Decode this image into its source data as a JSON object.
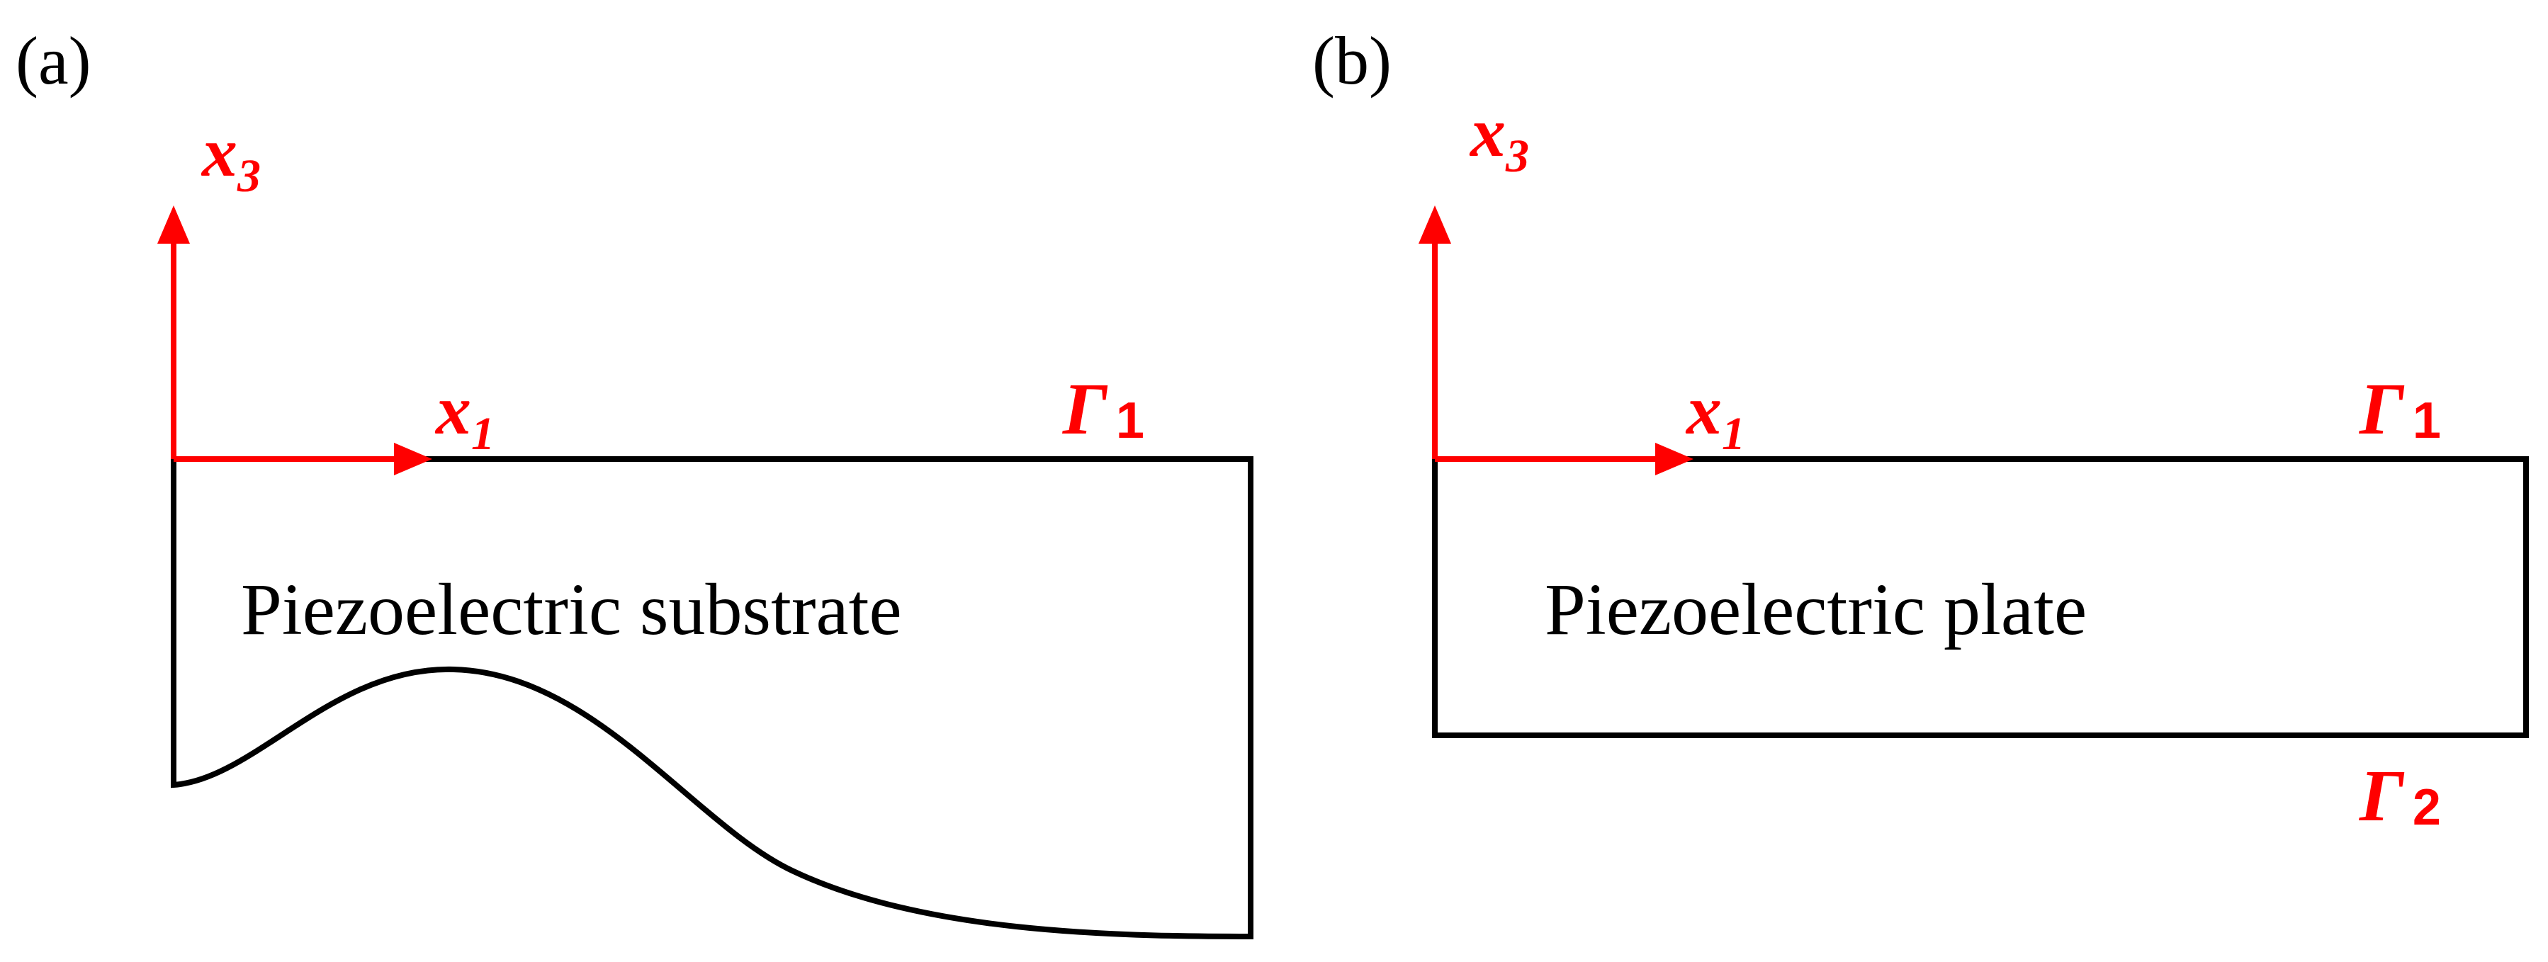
{
  "colors": {
    "axis": "#ff0000",
    "outline": "#000000",
    "label": "#000000"
  },
  "panels": [
    {
      "panel_label": "(a)",
      "body_label": "Piezoelectric substrate",
      "axis_x": {
        "base": "x",
        "sub": "1"
      },
      "axis_z": {
        "base": "x",
        "sub": "3"
      },
      "boundary_top": {
        "base": "Γ",
        "sub": "1"
      }
    },
    {
      "panel_label": "(b)",
      "body_label": "Piezoelectric plate",
      "axis_x": {
        "base": "x",
        "sub": "1"
      },
      "axis_z": {
        "base": "x",
        "sub": "3"
      },
      "boundary_top": {
        "base": "Γ",
        "sub": "1"
      },
      "boundary_bottom": {
        "base": "Γ",
        "sub": "2"
      }
    }
  ]
}
